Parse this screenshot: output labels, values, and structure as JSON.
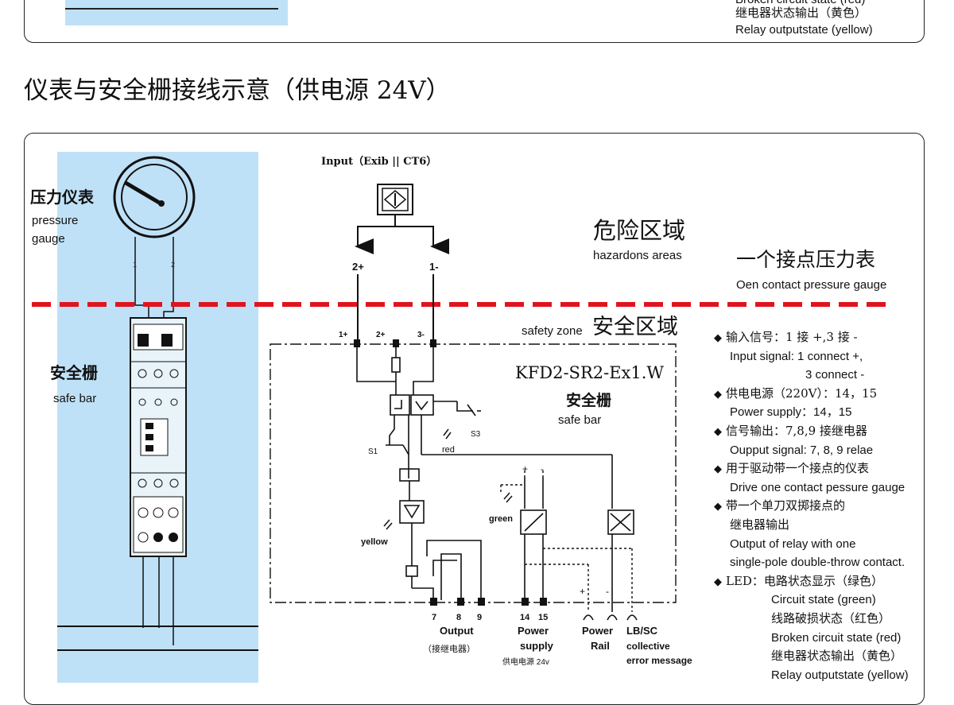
{
  "top_panel": {
    "line1": "Broken circuit state (red)",
    "line2": "继电器状态输出（黄色）",
    "line3": "Relay outputstate (yellow)"
  },
  "heading": "仪表与安全栅接线示意（供电源 24V）",
  "left": {
    "gauge_cn": "压力仪表",
    "gauge_en_1": "pressure",
    "gauge_en_2": "gauge",
    "pin_1": "1",
    "pin_2": "2",
    "barrier_cn": "安全栅",
    "barrier_en": "safe bar"
  },
  "input_label": "Input（Exib || CT6）",
  "hazard_cn": "危险区域",
  "hazard_en": "hazardons areas",
  "title_cn": "一个接点压力表",
  "title_en": "Oen contact pressure gauge",
  "safety_en": "safety zone",
  "safety_cn": "安全区域",
  "terminals": {
    "top": [
      "1+",
      "2+",
      "3-"
    ],
    "field": [
      "2+",
      "1-"
    ],
    "bottom": [
      "7",
      "8",
      "9",
      "14",
      "15"
    ]
  },
  "model": "KFD2-SR2-Ex1.W",
  "barrier_cn": "安全栅",
  "barrier_en": "safe bar",
  "components": {
    "s1": "S1",
    "s3": "S3",
    "red": "red",
    "green": "green",
    "yellow": "yellow",
    "plus": "+",
    "minus": "-"
  },
  "bottom_labels": {
    "output": "Output",
    "output_cn": "（接继电器）",
    "power": "Power",
    "supply": "supply",
    "supply_cn": "供电电源 24v",
    "power_rail_1": "Power",
    "power_rail_2": "Rail",
    "lbsc_1": "LB/SC",
    "lbsc_2": "collective",
    "lbsc_3": "error message"
  },
  "notes": [
    {
      "bullet": true,
      "text": "输入信号：1 接 +,3 接 -",
      "cn": true
    },
    {
      "bullet": false,
      "text": "Input signal: 1 connect +,",
      "cn": false
    },
    {
      "bullet": false,
      "text": "3 connect -",
      "cn": false,
      "indent": 2
    },
    {
      "bullet": true,
      "text": "供电电源（220V）：14，15",
      "cn": true
    },
    {
      "bullet": false,
      "text": "Power supply：14，15",
      "cn": false
    },
    {
      "bullet": true,
      "text": "信号输出：7,8,9 接继电器",
      "cn": true
    },
    {
      "bullet": false,
      "text": "Oupput signal: 7, 8, 9 relae",
      "cn": false
    },
    {
      "bullet": true,
      "text": "用于驱动带一个接点的仪表",
      "cn": true
    },
    {
      "bullet": false,
      "text": "Drive one contact pessure gauge",
      "cn": false
    },
    {
      "bullet": true,
      "text": "带一个单刀双掷接点的",
      "cn": true
    },
    {
      "bullet": false,
      "text": "继电器输出",
      "cn": true
    },
    {
      "bullet": false,
      "text": "Output of relay with one",
      "cn": false
    },
    {
      "bullet": false,
      "text": "single-pole double-throw contact.",
      "cn": false
    },
    {
      "bullet": true,
      "text": "LED：电路状态显示（绿色）",
      "cn": true
    },
    {
      "bullet": false,
      "text": "Circuit state (green)",
      "cn": false,
      "indent": 1
    },
    {
      "bullet": false,
      "text": "线路破损状态（红色）",
      "cn": true,
      "indent": 1
    },
    {
      "bullet": false,
      "text": "Broken circuit state (red)",
      "cn": false,
      "indent": 1
    },
    {
      "bullet": false,
      "text": "继电器状态输出（黄色）",
      "cn": true,
      "indent": 1
    },
    {
      "bullet": false,
      "text": "Relay outputstate (yellow)",
      "cn": false,
      "indent": 1
    }
  ],
  "colors": {
    "panel_blue": "#bfe1f7",
    "danger_red": "#e0141e"
  }
}
